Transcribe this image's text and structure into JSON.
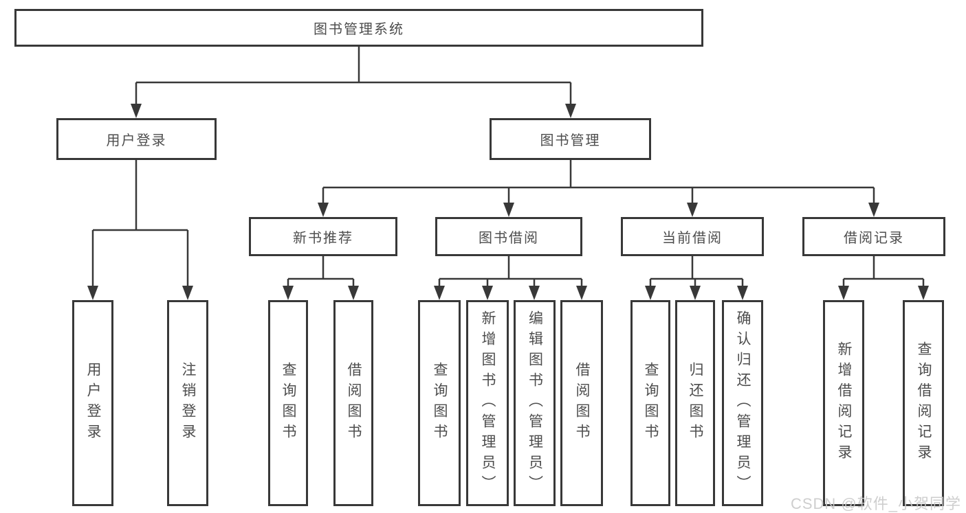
{
  "nodes": {
    "root": "图书管理系统",
    "level2": [
      "用户登录",
      "图书管理"
    ],
    "level3": [
      "新书推荐",
      "图书借阅",
      "当前借阅",
      "借阅记录"
    ],
    "level4": [
      "用户登录",
      "注销登录",
      "查询图书",
      "借阅图书",
      "查询图书",
      "新增图书（管理员）",
      "编辑图书（管理员）",
      "借阅图书",
      "查询图书",
      "归还图书",
      "确认归还（管理员）",
      "新增借阅记录",
      "查询借阅记录"
    ]
  },
  "hierarchy": {
    "图书管理系统": [
      "用户登录",
      "图书管理"
    ],
    "用户登录": [
      "用户登录",
      "注销登录"
    ],
    "图书管理": [
      "新书推荐",
      "图书借阅",
      "当前借阅",
      "借阅记录"
    ],
    "新书推荐": [
      "查询图书",
      "借阅图书"
    ],
    "图书借阅": [
      "查询图书",
      "新增图书（管理员）",
      "编辑图书（管理员）",
      "借阅图书"
    ],
    "当前借阅": [
      "查询图书",
      "归还图书",
      "确认归还（管理员）"
    ],
    "借阅记录": [
      "新增借阅记录",
      "查询借阅记录"
    ]
  },
  "colors": {
    "line": "#383838",
    "box_text": "#4d4d4d",
    "watermark": "#c9c9c9",
    "background": "#ffffff"
  },
  "watermark": {
    "text": "CSDN @软件_小贺同学"
  }
}
